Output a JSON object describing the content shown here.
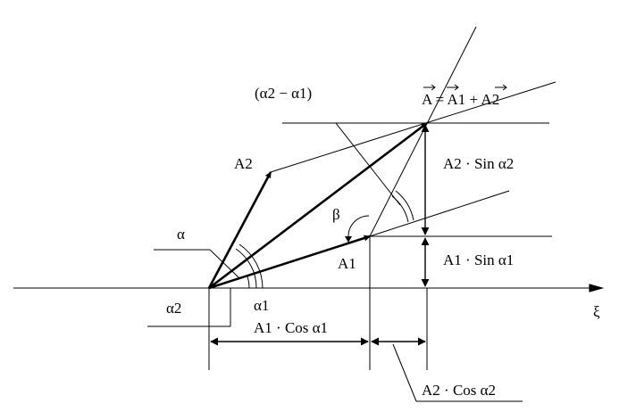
{
  "labels": {
    "xi": "ξ",
    "alpha": "α",
    "alpha1": "α1",
    "alpha2": "α2",
    "beta": "β",
    "A1": "A1",
    "A2": "A2",
    "diff": "(α2 − α1)",
    "sum": "A = A1 + A2",
    "a1_cos": "A1 · Cos α1",
    "a2_cos": "A2 · Cos α2",
    "a1_sin": "A1 · Sin α1",
    "a2_sin": "A2 · Sin α2"
  }
}
